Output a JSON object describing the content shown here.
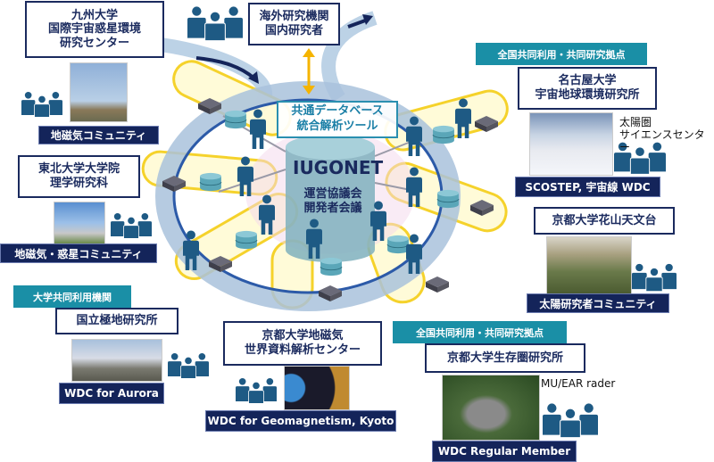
{
  "center": {
    "database_lines": [
      "共通データベース",
      "統合解析ツール"
    ],
    "title": "IUGONET",
    "council_lines": [
      "運営協議会",
      "開発者会議"
    ]
  },
  "overseas": {
    "lines": [
      "海外研究機関",
      "国内研究者"
    ]
  },
  "kyushu": {
    "lines": [
      "九州大学",
      "国際宇宙惑星環境",
      "研究センター"
    ],
    "community": "地磁気コミュニティ"
  },
  "tohoku": {
    "lines": [
      "東北大学大学院",
      "理学研究科"
    ],
    "community": "地磁気・惑星コミュニティ"
  },
  "nipr": {
    "badge": "大学共同利用機関",
    "name": "国立極地研究所",
    "community": "WDC for Aurora"
  },
  "kyoto_geomag": {
    "lines": [
      "京都大学地磁気",
      "世界資料解析センター"
    ],
    "community": "WDC for Geomagnetism, Kyoto"
  },
  "rish": {
    "badge": "全国共同利用・共同研究拠点",
    "name": "京都大学生存圏研究所",
    "note": "MU/EAR rader",
    "community": "WDC Regular Member"
  },
  "nagoya": {
    "badge": "全国共同利用・共同研究拠点",
    "lines": [
      "名古屋大学",
      "宇宙地球環境研究所"
    ],
    "note_lines": [
      "太陽圏",
      "サイエンスセンター"
    ],
    "community": "SCOSTEP, 宇宙線 WDC"
  },
  "kwasan": {
    "name": "京都大学花山天文台",
    "community": "太陽研究者コミュニティ"
  },
  "colors": {
    "navy": "#14245a",
    "teal": "#1a8fa6",
    "person": "#1e5a84",
    "petal": "#f5d020",
    "ring": "#a9c2dc",
    "arrow": "#f5b400"
  }
}
